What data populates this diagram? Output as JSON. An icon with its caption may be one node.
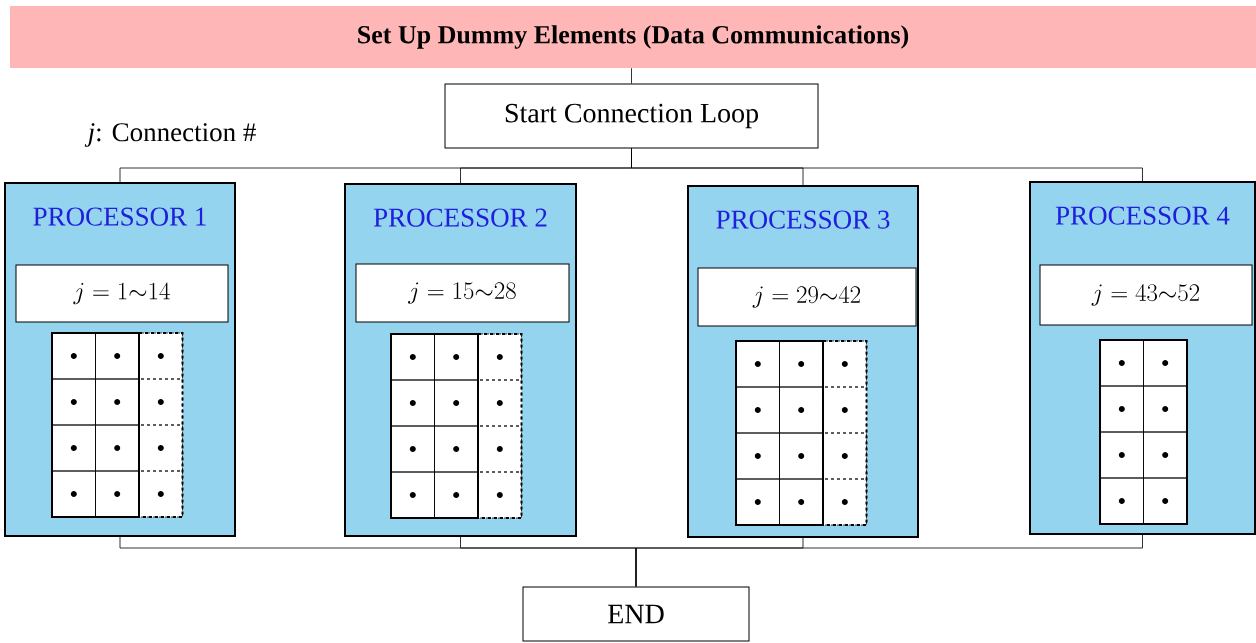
{
  "diagram": {
    "nodes": [
      {
        "text": [
          "Set Up Dummy Elements (Data Communications)"
        ]
      },
      {
        "text": [
          "Start Connection Loop"
        ]
      },
      {
        "text": [
          "PROCESSOR 1"
        ]
      },
      {
        "text": [
          "j = 1{\\sim}14"
        ],
        "in": 2
      },
      {
        "text": [
          "PROCESSOR 2"
        ]
      },
      {
        "text": [
          "j = 15{\\sim}28"
        ],
        "in": 4
      },
      {
        "text": [
          "PROCESSOR 3"
        ]
      },
      {
        "text": [
          "j = 29{\\sim}42"
        ],
        "in": 6
      },
      {
        "text": [
          "PROCESSOR 4"
        ]
      },
      {
        "text": [
          "j = 43{\\sim}52"
        ],
        "in": 8
      },
      {
        "text": [
          "END"
        ]
      }
    ],
    "edges": [
      {
        "from": 0,
        "to": 1,
        "arrow": "none"
      },
      {
        "from": 1,
        "to": 2,
        "arrow": "none"
      },
      {
        "from": 1,
        "to": 4,
        "arrow": "none"
      },
      {
        "from": 1,
        "to": 6,
        "arrow": "none"
      },
      {
        "from": 1,
        "to": 8,
        "arrow": "none"
      },
      {
        "from": 2,
        "to": 10,
        "arrow": "none"
      },
      {
        "from": 4,
        "to": 10,
        "arrow": "none"
      },
      {
        "from": 6,
        "to": 10,
        "arrow": "none"
      },
      {
        "from": 8,
        "to": 10,
        "arrow": "none"
      }
    ],
    "labels": [
      "*j*: Connection #"
    ]
  }
}
